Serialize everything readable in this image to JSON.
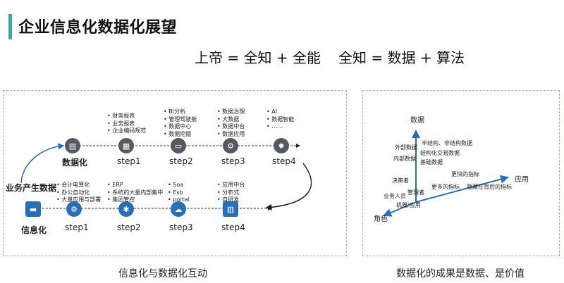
{
  "header": {
    "title": "企业信息化数据化展望",
    "formula_1": "上帝 = 全知 + 全能",
    "formula_2": "全知 = 数据 + 算法"
  },
  "left_panel": {
    "caption": "信息化与数据化互动",
    "start_label": "业务产生数据",
    "data_row": {
      "label": "数据化",
      "steps": [
        {
          "label": "step1",
          "icon": "calculator-icon",
          "items": [
            "财务报表",
            "业务报表",
            "企业编码规范"
          ]
        },
        {
          "label": "step2",
          "icon": "monitor-icon",
          "items": [
            "BI分析",
            "管理驾驶舱",
            "数据中心",
            "数据挖掘"
          ]
        },
        {
          "label": "step3",
          "icon": "database-gear-icon",
          "items": [
            "数据治理",
            "大数据",
            "数据中台",
            "数据应用"
          ]
        },
        {
          "label": "step4",
          "icon": "ai-brain-icon",
          "items": [
            "AI",
            "数据智能",
            "……"
          ]
        }
      ]
    },
    "info_row": {
      "label": "信息化",
      "steps": [
        {
          "label": "step1",
          "icon": "gear-icon",
          "items": [
            "会计电算化",
            "办公自动化",
            "大量应用与部署"
          ]
        },
        {
          "label": "step2",
          "icon": "network-icon",
          "items": [
            "ERP",
            "系统的大量内部集中",
            "集团管控"
          ]
        },
        {
          "label": "step3",
          "icon": "cloud-icon",
          "items": [
            "Soa",
            "Esb",
            "portal"
          ]
        },
        {
          "label": "step4",
          "icon": "platform-icon",
          "items": [
            "应用中台",
            "分布式",
            "自研发"
          ]
        }
      ]
    }
  },
  "right_panel": {
    "caption": "数据化的成果是数据、是价值",
    "axes": {
      "data": "数据",
      "application": "应用",
      "role": "角色"
    },
    "data_items": [
      "外部数据",
      "半结构、非结构数据",
      "内部数据",
      "结构化交易数据",
      "基础数据"
    ],
    "application_items": [
      "更快的指标",
      "更多的指标",
      "隐藏在背后的指标"
    ],
    "role_items": [
      "决策者",
      "管理者",
      "业务人员",
      "机器/应用"
    ]
  },
  "colors": {
    "accent": "#3aa7a0",
    "node_gray": "#555a61",
    "node_blue": "#2a6fb5",
    "dashed_border": "#8fb6dc"
  }
}
